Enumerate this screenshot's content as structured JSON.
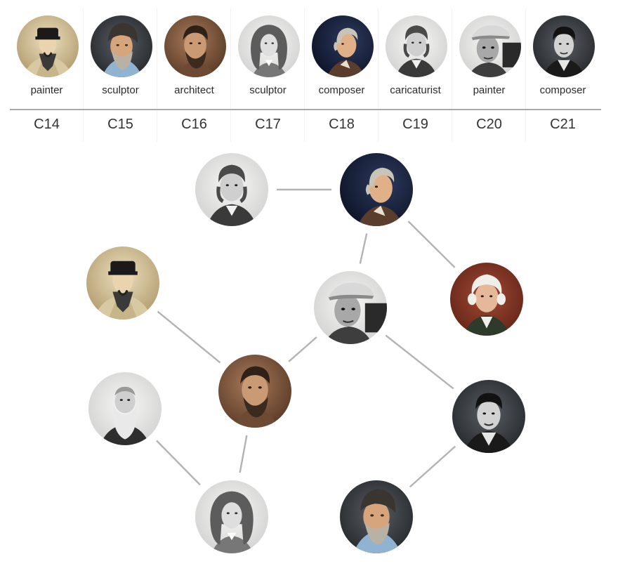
{
  "legend": [
    {
      "role": "painter",
      "code": "C14",
      "portrait": "ming-scholar-portrait"
    },
    {
      "role": "sculptor",
      "code": "C15",
      "portrait": "turbaned-bearded-sculptor-portrait"
    },
    {
      "role": "architect",
      "code": "C16",
      "portrait": "bearded-architect-portrait"
    },
    {
      "role": "sculptor",
      "code": "C17",
      "portrait": "wigged-engraving-portrait"
    },
    {
      "role": "composer",
      "code": "C18",
      "portrait": "classical-composer-profile-portrait"
    },
    {
      "role": "caricaturist",
      "code": "C19",
      "portrait": "victorian-engraving-portrait"
    },
    {
      "role": "painter",
      "code": "C20",
      "portrait": "flat-cap-painter-photo"
    },
    {
      "role": "composer",
      "code": "C21",
      "portrait": "young-composer-photo"
    }
  ],
  "graph": {
    "nodes": [
      {
        "id": "n1",
        "portrait": "victorian-engraving-portrait"
      },
      {
        "id": "n2",
        "portrait": "classical-composer-profile-portrait"
      },
      {
        "id": "n3",
        "portrait": "ming-scholar-portrait"
      },
      {
        "id": "n4",
        "portrait": "flat-cap-painter-photo"
      },
      {
        "id": "n5",
        "portrait": "powdered-wig-composer-portrait"
      },
      {
        "id": "n6",
        "portrait": "bearded-architect-portrait"
      },
      {
        "id": "n7",
        "portrait": "white-bearded-painter-photo"
      },
      {
        "id": "n8",
        "portrait": "young-composer-photo"
      },
      {
        "id": "n9",
        "portrait": "wigged-engraving-portrait"
      },
      {
        "id": "n10",
        "portrait": "turbaned-bearded-sculptor-portrait"
      }
    ],
    "edges": [
      [
        "n1",
        "n2"
      ],
      [
        "n2",
        "n4"
      ],
      [
        "n2",
        "n5"
      ],
      [
        "n3",
        "n6"
      ],
      [
        "n4",
        "n6"
      ],
      [
        "n4",
        "n8"
      ],
      [
        "n6",
        "n9"
      ],
      [
        "n7",
        "n9"
      ],
      [
        "n8",
        "n10"
      ]
    ]
  }
}
